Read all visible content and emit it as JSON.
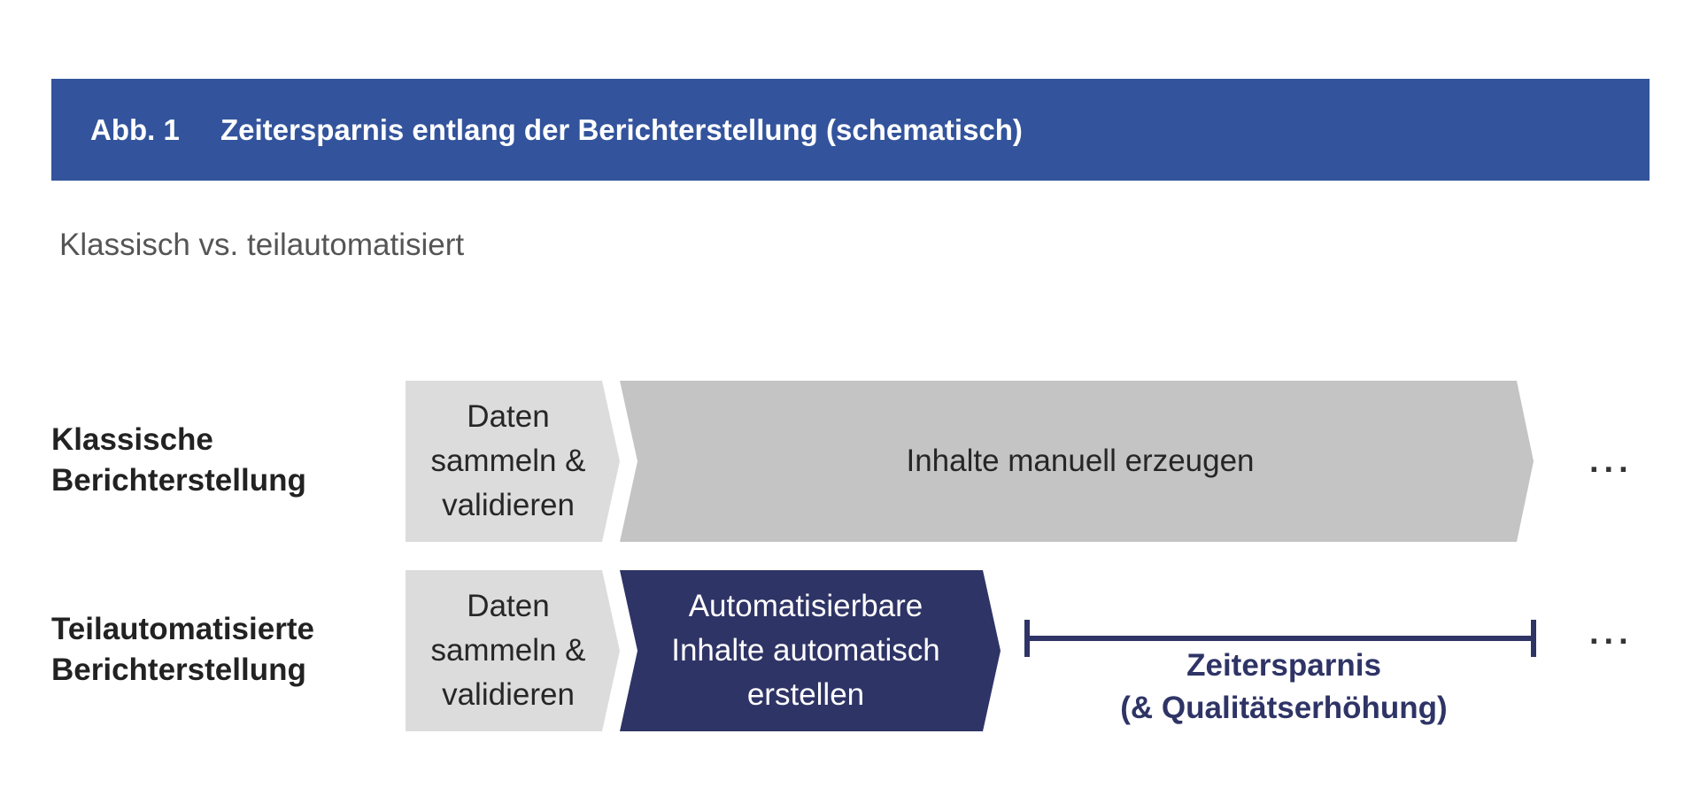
{
  "figure": {
    "label": "Abb. 1",
    "title": "Zeitersparnis entlang der Berichterstellung (schematisch)",
    "subtitle": "Klassisch vs. teilautomatisiert"
  },
  "rows": [
    {
      "label_lines": [
        "Klassische",
        "Berichterstellung"
      ],
      "steps": [
        {
          "lines": [
            "Daten",
            "sammeln &",
            "validieren"
          ],
          "color": "#dcdcdc"
        },
        {
          "lines": [
            "Inhalte manuell erzeugen"
          ],
          "color": "#c4c4c4"
        }
      ],
      "ellipsis": "..."
    },
    {
      "label_lines": [
        "Teilautomatisierte",
        "Berichterstellung"
      ],
      "steps": [
        {
          "lines": [
            "Daten",
            "sammeln &",
            "validieren"
          ],
          "color": "#dcdcdc"
        },
        {
          "lines": [
            "Automatisierbare",
            "Inhalte automatisch",
            "erstellen"
          ],
          "color": "#2f3466"
        }
      ],
      "savings_lines": [
        "Zeitersparnis",
        "(& Qualitätserhöhung)"
      ],
      "ellipsis": "..."
    }
  ],
  "colors": {
    "header_bg": "#33549c",
    "header_text": "#ffffff",
    "light_step": "#dcdcdc",
    "medium_step": "#c4c4c4",
    "dark_step": "#2f3466",
    "savings_line": "#2f3466"
  }
}
